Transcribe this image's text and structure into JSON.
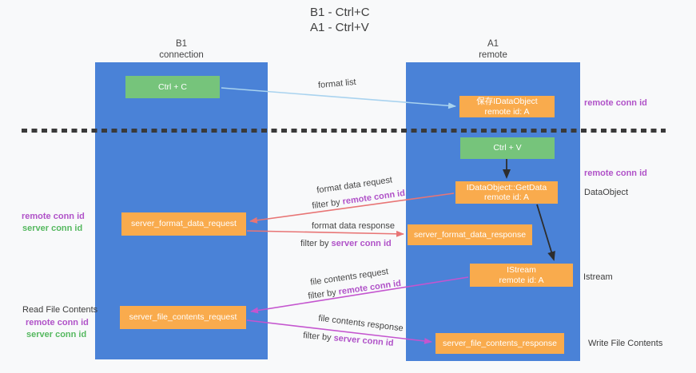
{
  "title": {
    "line1": "B1 - Ctrl+C",
    "line2": "A1 - Ctrl+V"
  },
  "lanes": {
    "left": {
      "name": "B1",
      "role": "connection"
    },
    "right": {
      "name": "A1",
      "role": "remote"
    }
  },
  "nodes": {
    "ctrl_c": {
      "label": "Ctrl + C"
    },
    "save_dataobject": {
      "line1": "保存IDataObject",
      "line2": "remote id: A"
    },
    "ctrl_v": {
      "label": "Ctrl + V"
    },
    "getdata": {
      "line1": "IDataObject::GetData",
      "line2": "remote id: A"
    },
    "format_request": {
      "label": "server_format_data_request"
    },
    "format_response": {
      "label": "server_format_data_response"
    },
    "istream": {
      "line1": "IStream",
      "line2": "remote id: A"
    },
    "file_request": {
      "label": "server_file_contents_request"
    },
    "file_response": {
      "label": "server_file_contents_response"
    }
  },
  "flow_labels": {
    "format_list": "format list",
    "format_data_request": "format data request",
    "format_data_response": "format data response",
    "file_contents_request": "file contents request",
    "file_contents_response": "file contents response",
    "filter_by": "filter by",
    "remote_conn_id": "remote conn id",
    "server_conn_id": "server conn id"
  },
  "side_labels": {
    "read_file_contents": "Read File Contents",
    "write_file_contents": "Write File Contents",
    "data_object": "DataObject",
    "istream": "Istream",
    "remote_conn_id": "remote conn id",
    "server_conn_id": "server conn id"
  },
  "colors": {
    "bg": "#f8f9fa",
    "lane_blue": "#4a82d7",
    "node_green": "#76c47b",
    "node_orange": "#f9ab4d",
    "accent_purple": "#b052c8",
    "accent_green": "#55b85f",
    "arrow_blue": "#a9d3ef",
    "arrow_red": "#e87575",
    "arrow_magenta": "#c455cf",
    "arrow_black": "#2d2d2d"
  }
}
